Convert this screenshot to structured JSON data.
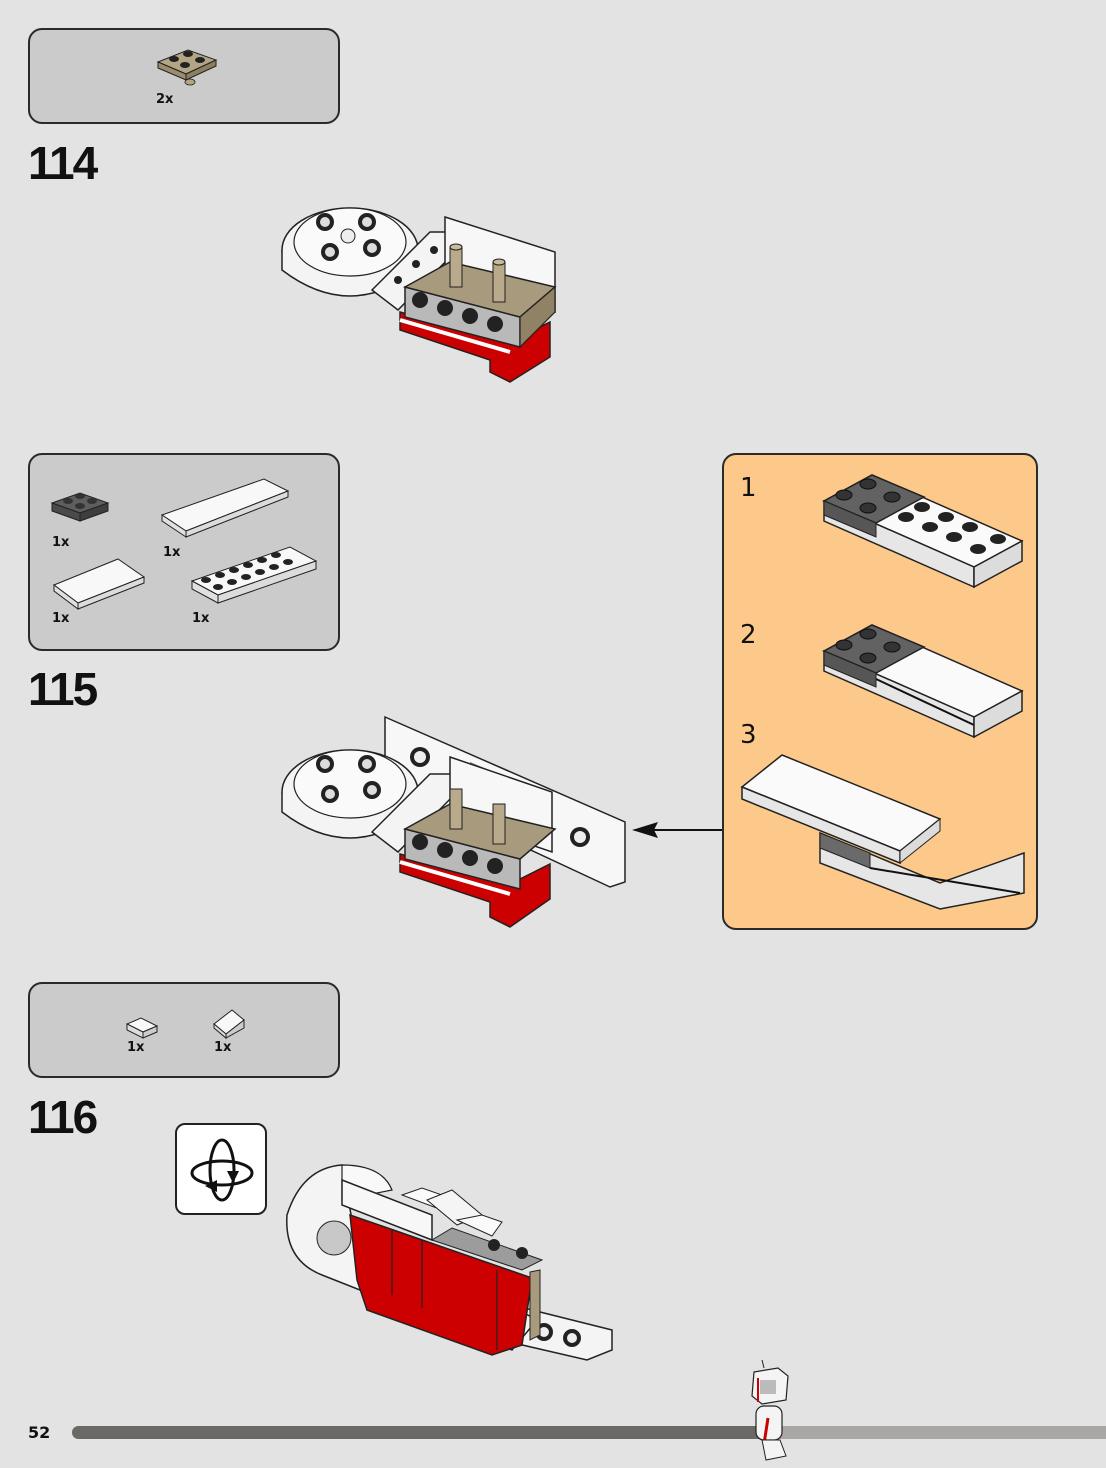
{
  "page": {
    "number": "52",
    "progress": 0.67
  },
  "steps": [
    {
      "number": "114",
      "parts": [
        {
          "name": "tan 2x2 plate with pin",
          "qty": "2x"
        }
      ]
    },
    {
      "number": "115",
      "parts": [
        {
          "name": "dark gray 2x2 plate",
          "qty": "1x"
        },
        {
          "name": "white 2x6 tile",
          "qty": "1x"
        },
        {
          "name": "white 2x4 tile",
          "qty": "1x"
        },
        {
          "name": "white 2x6 plate",
          "qty": "1x"
        }
      ],
      "sub_build": {
        "steps": [
          {
            "number": "1"
          },
          {
            "number": "2"
          },
          {
            "number": "3"
          }
        ],
        "accent_color": "#fdc98a"
      }
    },
    {
      "number": "116",
      "parts": [
        {
          "name": "white 1x1 tile",
          "qty": "1x"
        },
        {
          "name": "white 1x1 slope",
          "qty": "1x"
        }
      ],
      "rotate_hint": "rotate-model-icon"
    }
  ],
  "colors": {
    "background": "#e3e3e3",
    "callout": "#cbcbcb",
    "brick_red": "#cc0000",
    "tan": "#a89a7c",
    "dark_gray": "#5e5e5e"
  }
}
